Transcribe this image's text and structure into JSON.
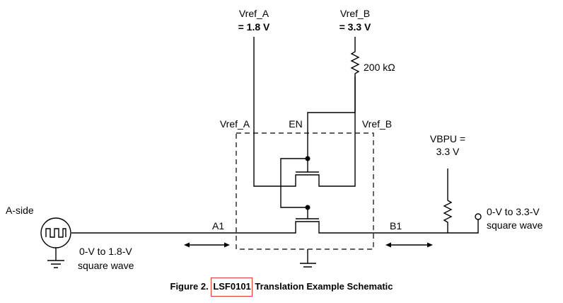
{
  "labels": {
    "vref_a_top": "Vref_A",
    "vref_a_value": "= 1.8 V",
    "vref_b_top": "Vref_B",
    "vref_b_value": "= 3.3 V",
    "resistor": "200 kΩ",
    "vref_a_pin": "Vref_A",
    "en_pin": "EN",
    "vref_b_pin": "Vref_B",
    "vbpu_line1": "VBPU =",
    "vbpu_line2": "3.3 V",
    "a_side": "A-side",
    "a1": "A1",
    "b1": "B1",
    "a_wave_line1": "0-V to 1.8-V",
    "a_wave_line2": "square wave",
    "b_wave_line1": "0-V to 3.3-V",
    "b_wave_line2": "square wave"
  },
  "caption": {
    "prefix": "Figure 2.",
    "highlight": "LSF0101",
    "suffix": "Translation Example Schematic"
  },
  "colors": {
    "highlight_box": "#e53935"
  }
}
